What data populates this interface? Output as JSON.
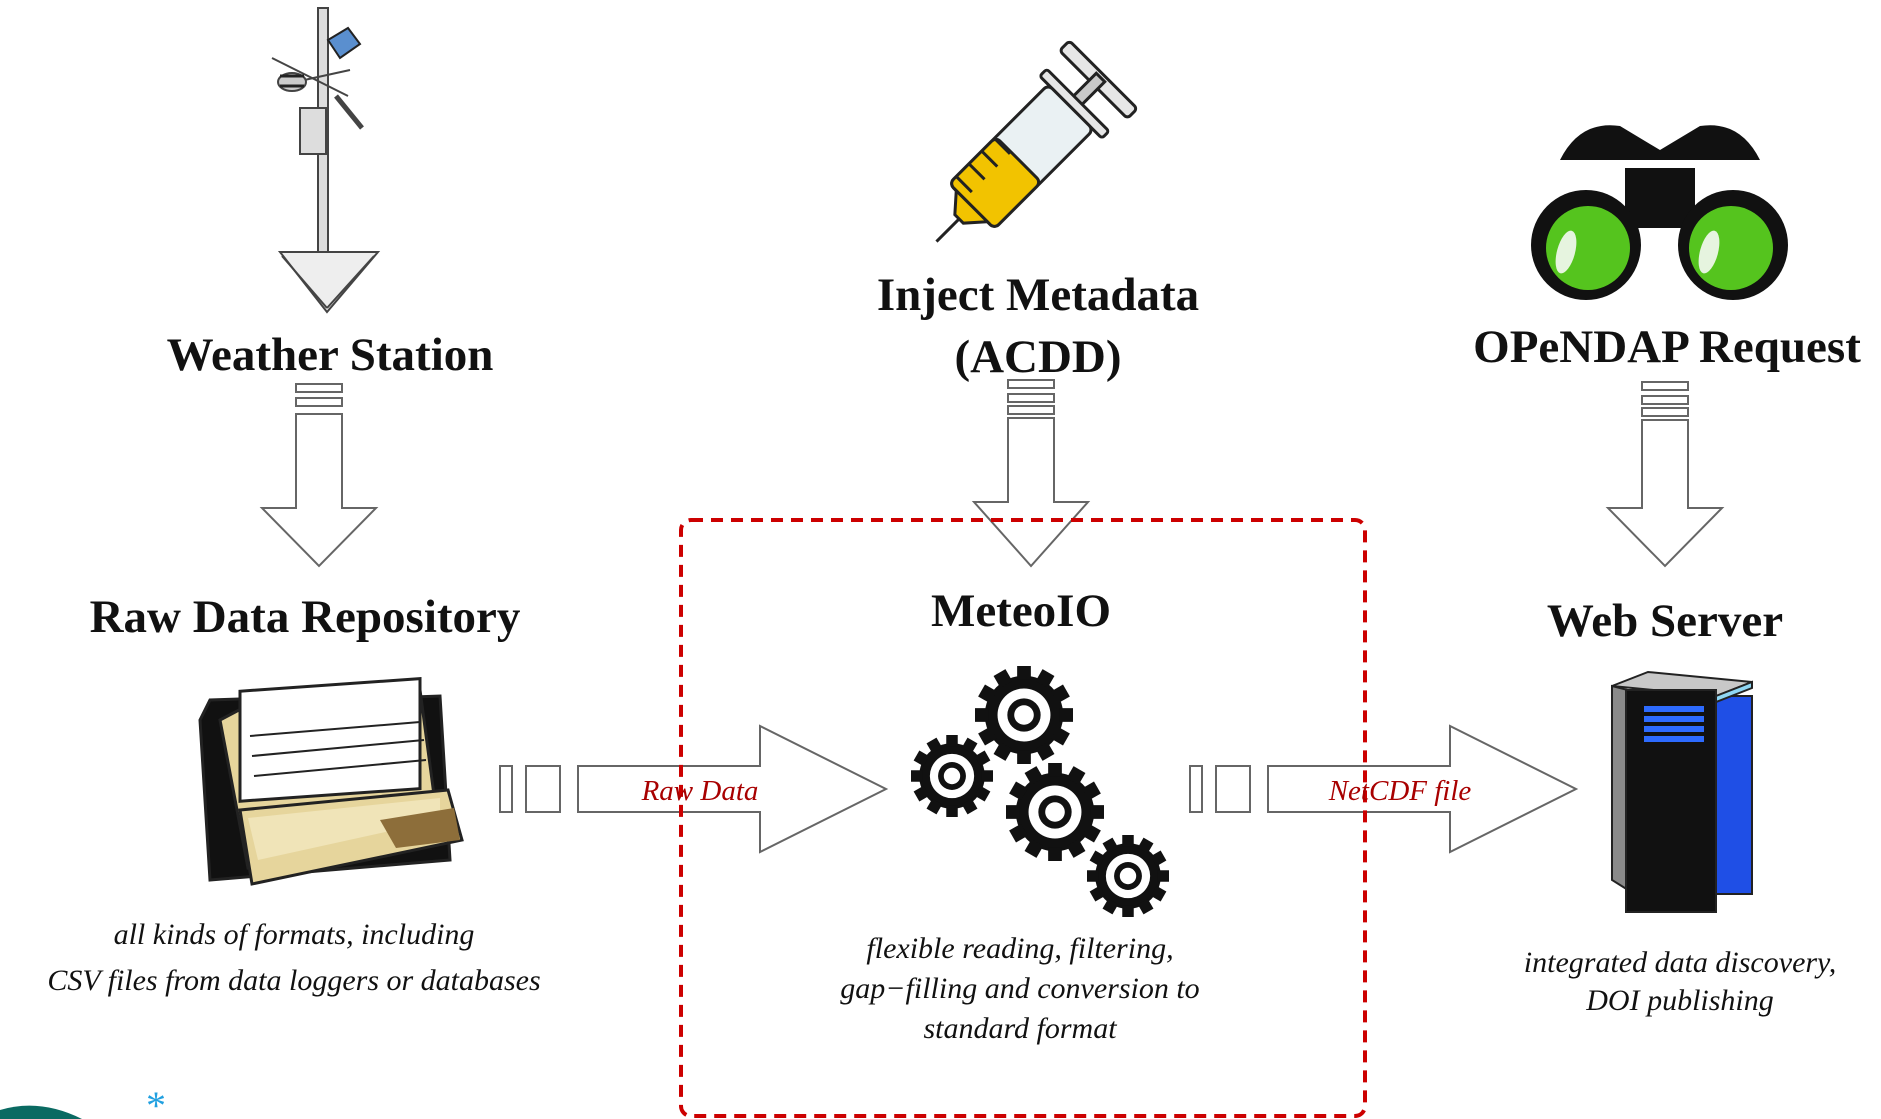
{
  "colors": {
    "accent_red": "#a80000",
    "folder": "#e6d59c",
    "syringe_fill": "#f2c300",
    "binocular_lens": "#55c41e",
    "server_blue": "#1f4fe6"
  },
  "nodes": {
    "weather_station": {
      "title": "Weather Station",
      "icon": "weather-station-icon"
    },
    "inject_metadata": {
      "title_line1": "Inject Metadata",
      "title_line2": "(ACDD)",
      "icon": "syringe-icon"
    },
    "opendap_request": {
      "title": "OPeNDAP Request",
      "icon": "binoculars-icon"
    },
    "raw_data_repository": {
      "title": "Raw Data Repository",
      "icon": "folder-icon",
      "caption_line1": "all kinds of formats, including",
      "caption_line2": "CSV files from data loggers or databases"
    },
    "meteoio": {
      "title": "MeteoIO",
      "icon": "gears-icon",
      "caption_line1": "flexible reading, filtering,",
      "caption_line2": "gap−filling and conversion to",
      "caption_line3": "standard format"
    },
    "web_server": {
      "title": "Web Server",
      "icon": "server-icon",
      "caption_line1": "integrated data discovery,",
      "caption_line2": "DOI publishing"
    }
  },
  "edges": {
    "raw_data": {
      "label": "Raw Data"
    },
    "netcdf": {
      "label": "NetCDF file"
    }
  }
}
